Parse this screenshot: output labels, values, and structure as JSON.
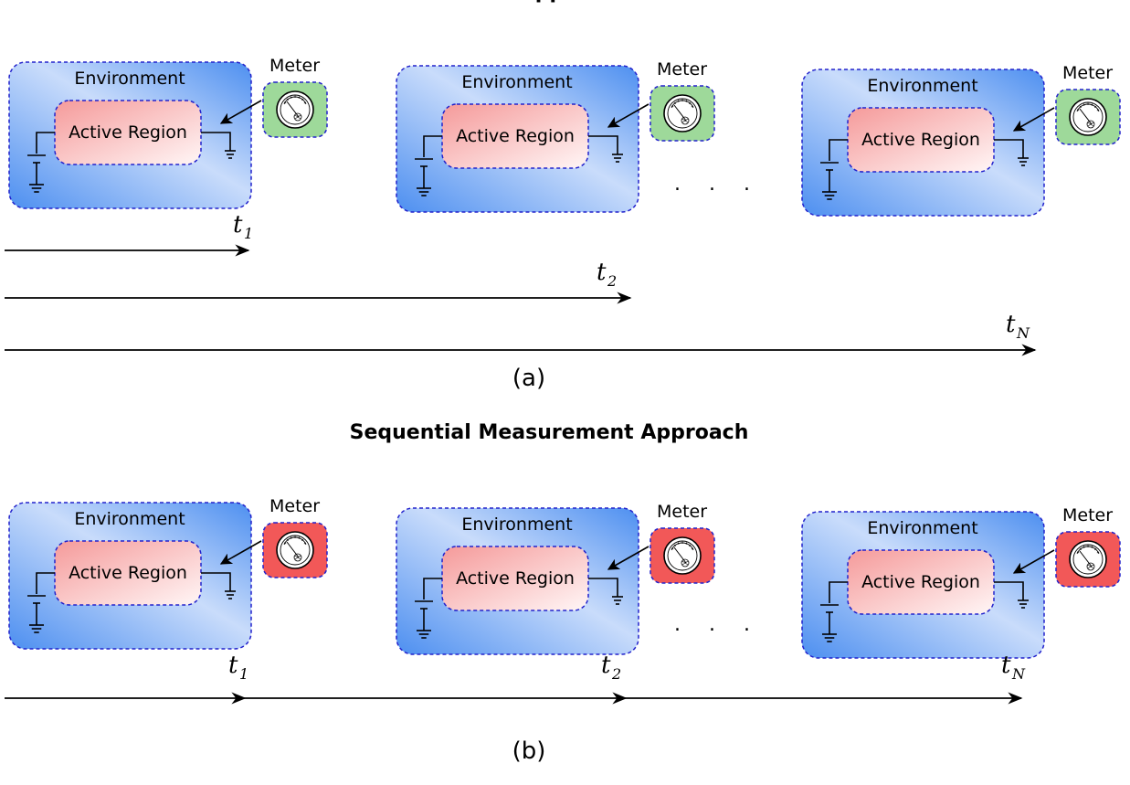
{
  "colors": {
    "env_border": "#2222cc",
    "env_fill_strong": "#4d8ff0",
    "env_fill_light": "#ffffff",
    "active_fill_strong": "#f59a9a",
    "active_fill_light": "#fff6f6",
    "meter_green": "#9ed99a",
    "meter_red": "#f25858"
  },
  "panels": [
    {
      "title": "SSE Approach",
      "caption": "(a)",
      "meter_color": "green",
      "timeline": "nested",
      "stages": [
        {
          "environment_label": "Environment",
          "active_label": "Active Region",
          "meter_label": "Meter"
        },
        {
          "environment_label": "Environment",
          "active_label": "Active Region",
          "meter_label": "Meter"
        },
        {
          "environment_label": "Environment",
          "active_label": "Active Region",
          "meter_label": "Meter"
        }
      ],
      "ellipsis": ". . .",
      "times": [
        {
          "base": "t",
          "sub": "1"
        },
        {
          "base": "t",
          "sub": "2"
        },
        {
          "base": "t",
          "sub": "N"
        }
      ]
    },
    {
      "title": "Sequential Measurement Approach",
      "caption": "(b)",
      "meter_color": "red",
      "timeline": "single",
      "stages": [
        {
          "environment_label": "Environment",
          "active_label": "Active Region",
          "meter_label": "Meter"
        },
        {
          "environment_label": "Environment",
          "active_label": "Active Region",
          "meter_label": "Meter"
        },
        {
          "environment_label": "Environment",
          "active_label": "Active Region",
          "meter_label": "Meter"
        }
      ],
      "ellipsis": ". . .",
      "times": [
        {
          "base": "t",
          "sub": "1"
        },
        {
          "base": "t",
          "sub": "2"
        },
        {
          "base": "t",
          "sub": "N"
        }
      ]
    }
  ]
}
